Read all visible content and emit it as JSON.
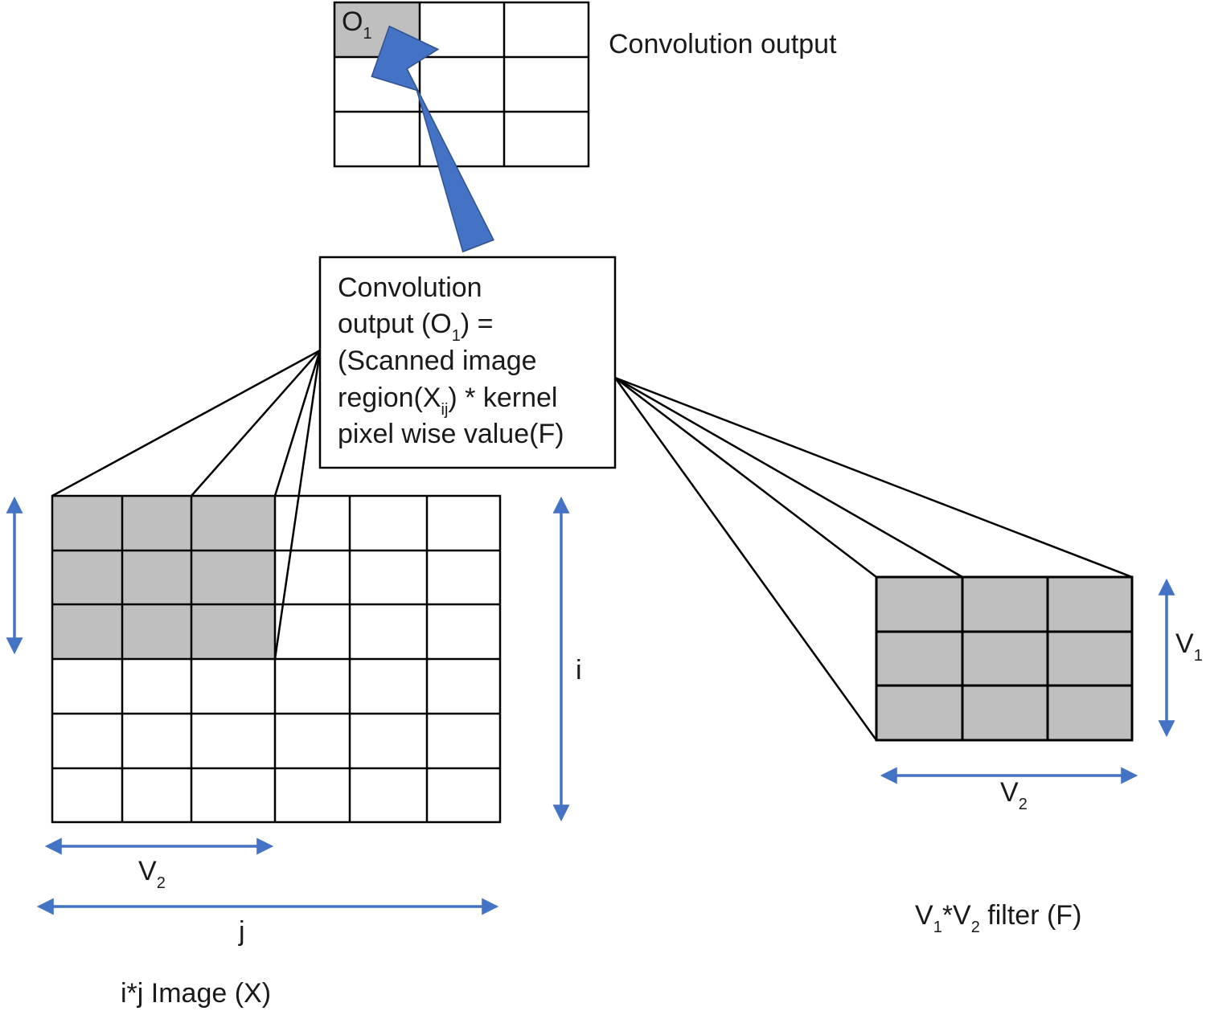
{
  "colors": {
    "shade": "#bfbfbf",
    "grid_line": "#000000",
    "arrow": "#4472c4",
    "arrow_stroke": "#2f528f"
  },
  "output_grid": {
    "label": "Convolution output",
    "cell_label_main": "O",
    "cell_label_sub": "1",
    "rows": 3,
    "cols": 3
  },
  "formula_box": {
    "line1": "Convolution",
    "line2_a": "output (O",
    "line2_sub": "1",
    "line2_b": ") =",
    "line3": "(Scanned image",
    "line4_a": "region(X",
    "line4_sub": "ij",
    "line4_b": ") * kernel",
    "line5": "pixel wise value(F)"
  },
  "image_grid": {
    "rows": 6,
    "cols": 6,
    "shaded_rows": 3,
    "shaded_cols": 3,
    "height_label": "i",
    "width_label": "j",
    "region_width_main": "V",
    "region_width_sub": "2",
    "caption": "i*j Image (X)"
  },
  "filter_grid": {
    "rows": 3,
    "cols": 3,
    "height_main": "V",
    "height_sub": "1",
    "width_main": "V",
    "width_sub": "2",
    "caption_p1": "V",
    "caption_s1": "1",
    "caption_p2": "*V",
    "caption_s2": "2",
    "caption_p3": " filter (F)"
  }
}
